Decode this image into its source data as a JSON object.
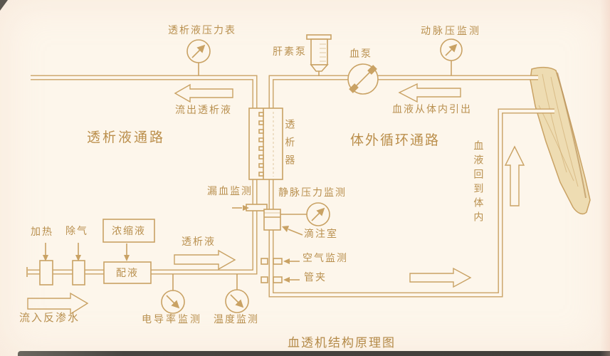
{
  "title_caption": "血透机结构原理图",
  "circuits": {
    "dialysate": "透析液通路",
    "extracorporeal": "体外循环通路"
  },
  "components": {
    "dialysate_pressure_gauge": "透析液压力表",
    "heparin_pump": "肝素泵",
    "blood_pump": "血泵",
    "arterial_pressure_monitor": "动脉压监测",
    "dialyzer": "透析器",
    "blood_leak_monitor": "漏血监测",
    "venous_pressure_monitor": "静脉压力监测",
    "drip_chamber": "滴注室",
    "air_monitor": "空气监测",
    "tube_clamp": "管夹",
    "heater": "加热",
    "degasser": "除气",
    "concentrate": "浓缩液",
    "proportioning": "配液",
    "conductivity_monitor": "电导率监测",
    "temperature_monitor": "温度监测"
  },
  "flows": {
    "dialysate_out": "流出透析液",
    "dialysate_in": "透析液",
    "ro_water_in": "流入反渗水",
    "blood_out_of_body": "血液从体内引出",
    "blood_back_to_body": "血液回到体内"
  },
  "icons": {
    "gauge-icon": "circle-with-diagonal-needle",
    "syringe-icon": "syringe-with-plunger",
    "roller-pump-icon": "circle-with-diagonal-roller",
    "forearm-icon": "shaded-forearm",
    "flow-arrow-icon": "hollow-outline-arrow"
  },
  "colors": {
    "background": "#fdf6eb",
    "line": "#c9a264",
    "text": "#b9904f",
    "arm_fill": "#eedcb2",
    "photo_edge": "#474440"
  }
}
